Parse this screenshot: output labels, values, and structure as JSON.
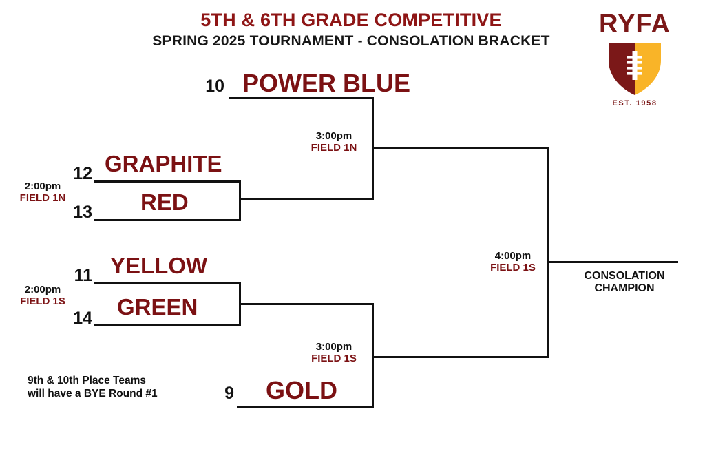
{
  "header": {
    "title_main": "5TH & 6TH GRADE COMPETITIVE",
    "title_sub": "SPRING 2025 TOURNAMENT - CONSOLATION BRACKET"
  },
  "logo": {
    "wordmark": "RYFA",
    "established": "EST. 1958",
    "shield_left_color": "#7B1818",
    "shield_right_color": "#F9B428",
    "laces_color": "#FFFFFF"
  },
  "colors": {
    "maroon": "#7B1113",
    "title_red": "#8E1515",
    "black": "#111111",
    "gold": "#F9B428",
    "background": "#FFFFFF"
  },
  "bracket": {
    "round1": [
      {
        "game_id": "r1-north",
        "time": "2:00pm",
        "field": "FIELD 1N",
        "teams": [
          {
            "seed": "12",
            "name": "GRAPHITE"
          },
          {
            "seed": "13",
            "name": "RED"
          }
        ]
      },
      {
        "game_id": "r1-south",
        "time": "2:00pm",
        "field": "FIELD 1S",
        "teams": [
          {
            "seed": "11",
            "name": "YELLOW"
          },
          {
            "seed": "14",
            "name": "GREEN"
          }
        ]
      }
    ],
    "round2": [
      {
        "game_id": "r2-north",
        "time": "3:00pm",
        "field": "FIELD 1N",
        "bye_team": {
          "seed": "10",
          "name": "POWER BLUE"
        }
      },
      {
        "game_id": "r2-south",
        "time": "3:00pm",
        "field": "FIELD 1S",
        "bye_team": {
          "seed": "9",
          "name": "GOLD"
        }
      }
    ],
    "final": {
      "game_id": "final",
      "time": "4:00pm",
      "field": "FIELD 1S",
      "champion_line1": "CONSOLATION",
      "champion_line2": "CHAMPION"
    }
  },
  "notes": {
    "bye_line1": "9th & 10th Place Teams",
    "bye_line2": "will have a BYE Round #1"
  }
}
